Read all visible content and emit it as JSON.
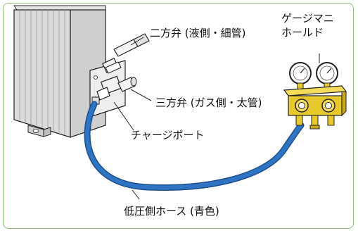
{
  "labels": {
    "two_way_valve": "二方弁 (液側・細管)",
    "three_way_valve": "三方弁 (ガス側・太管)",
    "charge_port": "チャージポート",
    "gauge_manifold_line1": "ゲージマニ",
    "gauge_manifold_line2": "ホールド",
    "low_pressure_hose": "低圧側ホース (青色)"
  },
  "colors": {
    "frame_border": "#8fbf7a",
    "hose": "#2f74c4",
    "manifold_brass": "#e8c92b",
    "unit_body": "#dcdcdc",
    "line": "#222222"
  }
}
